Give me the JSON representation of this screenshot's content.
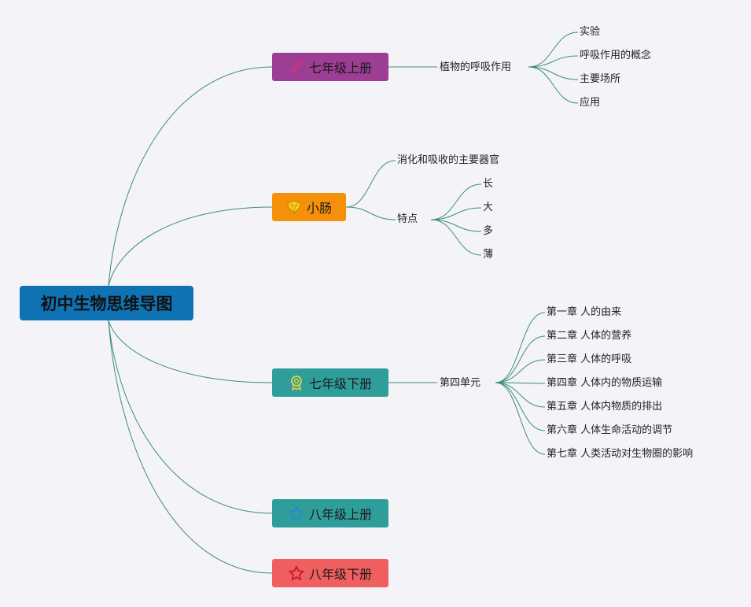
{
  "root": {
    "title": "初中生物思维导图",
    "color": "#0f73b3"
  },
  "edge_color": "#3c8c7a",
  "branches": [
    {
      "label": "七年级上册",
      "icon": "magic-wand-icon",
      "color": "#9e3d94",
      "sub": {
        "label": "植物的呼吸作用",
        "items": [
          "实验",
          "呼吸作用的概念",
          "主要场所",
          "应用"
        ]
      }
    },
    {
      "label": "小肠",
      "icon": "diamond-icon",
      "color": "#f5900a",
      "subs": [
        {
          "label": "消化和吸收的主要器官"
        },
        {
          "label": "特点",
          "items": [
            "长",
            "大",
            "多",
            "薄"
          ]
        }
      ]
    },
    {
      "label": "七年级下册",
      "icon": "medal-icon",
      "color": "#2f9e9b",
      "sub": {
        "label": "第四单元",
        "items": [
          "第一章 人的由来",
          "第二章 人体的营养",
          "第三章 人体的呼吸",
          "第四章 人体内的物质运输",
          "第五章 人体内物质的排出",
          "第六章 人体生命活动的调节",
          "第七章 人类活动对生物圈的影响"
        ]
      }
    },
    {
      "label": "八年级上册",
      "icon": "star-outline-icon",
      "color": "#2f9e9b"
    },
    {
      "label": "八年级下册",
      "icon": "star-outline-icon",
      "color": "#f05f5f"
    }
  ]
}
